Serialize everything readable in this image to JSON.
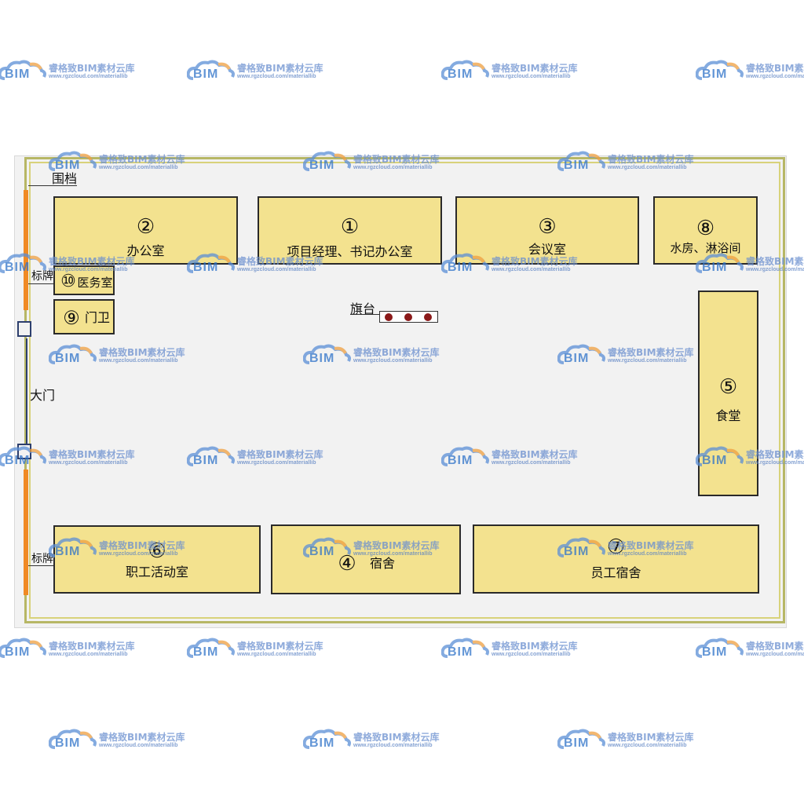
{
  "buildings": {
    "b1": {
      "num": "①",
      "label": "项目经理、书记办公室"
    },
    "b2": {
      "num": "②",
      "label": "办公室"
    },
    "b3": {
      "num": "③",
      "label": "会议室"
    },
    "b4": {
      "num": "④",
      "label": "宿舍"
    },
    "b5": {
      "num": "⑤",
      "label": "食堂"
    },
    "b6": {
      "num": "⑥",
      "label": "职工活动室"
    },
    "b7": {
      "num": "⑦",
      "label": "员工宿舍"
    },
    "b8": {
      "num": "⑧",
      "label": "水房、淋浴间"
    },
    "b9": {
      "num": "⑨",
      "label": "门卫"
    },
    "b10": {
      "num": "⑩",
      "label": "医务室"
    }
  },
  "labels": {
    "fence": "围档",
    "gate": "大门",
    "sign_top": "标牌",
    "sign_bottom": "标牌",
    "flag_stand": "旗台"
  },
  "watermark": {
    "brand": "BIM",
    "name": "睿格致BIM素材云库",
    "url": "www.rgzcloud.com/materiallib"
  },
  "colors": {
    "building_fill": "#f3e28f",
    "fence": "#f08a24",
    "wall": "#b7b765",
    "gate": "#2d3f6e",
    "flag_dot": "#8b1a1a"
  }
}
